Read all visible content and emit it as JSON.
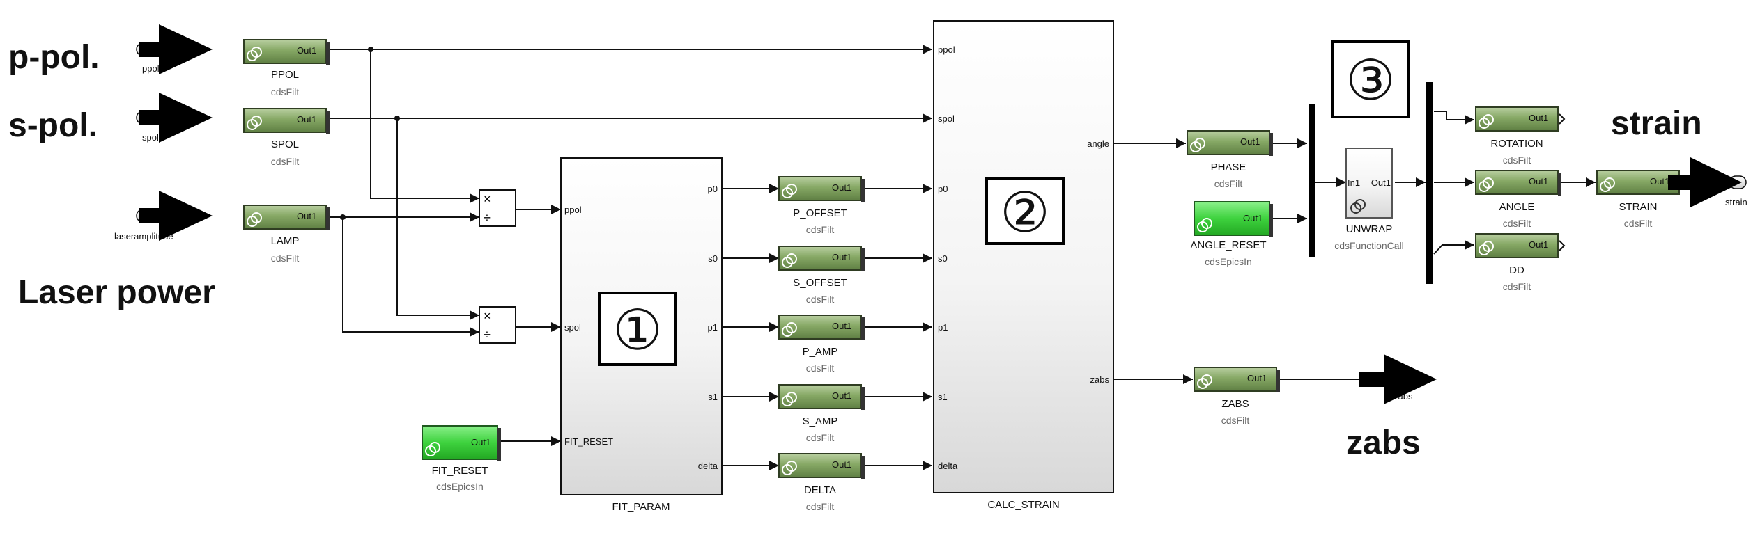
{
  "annotations": {
    "p_pol": "p-pol.",
    "s_pol": "s-pol.",
    "laser_power": "Laser power",
    "strain": "strain",
    "zabs": "zabs",
    "circle_1": "①",
    "circle_2": "②",
    "circle_3": "③"
  },
  "inports": {
    "ppol": "ppol",
    "spol": "spol",
    "laseramplitude": "laseramplitude"
  },
  "outports": {
    "strain": "strain",
    "zabs": "zabs"
  },
  "blocks": {
    "ppol": {
      "name": "PPOL",
      "lib": "cdsFilt",
      "port": "Out1"
    },
    "spol": {
      "name": "SPOL",
      "lib": "cdsFilt",
      "port": "Out1"
    },
    "lamp": {
      "name": "LAMP",
      "lib": "cdsFilt",
      "port": "Out1"
    },
    "fit_reset": {
      "name": "FIT_RESET",
      "lib": "cdsEpicsIn",
      "port": "Out1"
    },
    "p_offset": {
      "name": "P_OFFSET",
      "lib": "cdsFilt",
      "port": "Out1"
    },
    "s_offset": {
      "name": "S_OFFSET",
      "lib": "cdsFilt",
      "port": "Out1"
    },
    "p_amp": {
      "name": "P_AMP",
      "lib": "cdsFilt",
      "port": "Out1"
    },
    "s_amp": {
      "name": "S_AMP",
      "lib": "cdsFilt",
      "port": "Out1"
    },
    "delta": {
      "name": "DELTA",
      "lib": "cdsFilt",
      "port": "Out1"
    },
    "phase": {
      "name": "PHASE",
      "lib": "cdsFilt",
      "port": "Out1"
    },
    "angle_reset": {
      "name": "ANGLE_RESET",
      "lib": "cdsEpicsIn",
      "port": "Out1"
    },
    "zabs_blk": {
      "name": "ZABS",
      "lib": "cdsFilt",
      "port": "Out1"
    },
    "unwrap": {
      "name": "UNWRAP",
      "lib": "cdsFunctionCall",
      "port_in": "In1",
      "port_out": "Out1"
    },
    "rotation": {
      "name": "ROTATION",
      "lib": "cdsFilt",
      "port": "Out1"
    },
    "angle": {
      "name": "ANGLE",
      "lib": "cdsFilt",
      "port": "Out1"
    },
    "dd": {
      "name": "DD",
      "lib": "cdsFilt",
      "port": "Out1"
    },
    "strain_blk": {
      "name": "STRAIN",
      "lib": "cdsFilt",
      "port": "Out1"
    }
  },
  "divide": {
    "mul": "×",
    "div": "÷"
  },
  "fit_param": {
    "name": "FIT_PARAM",
    "in_ports": [
      "ppol",
      "spol",
      "FIT_RESET"
    ],
    "out_ports": [
      "p0",
      "s0",
      "p1",
      "s1",
      "delta"
    ]
  },
  "calc_strain": {
    "name": "CALC_STRAIN",
    "in_ports": [
      "ppol",
      "spol",
      "p0",
      "s0",
      "p1",
      "s1",
      "delta"
    ],
    "out_ports": [
      "angle",
      "zabs"
    ]
  },
  "colors": {
    "filter_green": "#7a9d55",
    "epics_green": "#3fcf3f",
    "subsystem_top": "#ffffff",
    "subsystem_bottom": "#dadada",
    "wire": "#111111"
  }
}
